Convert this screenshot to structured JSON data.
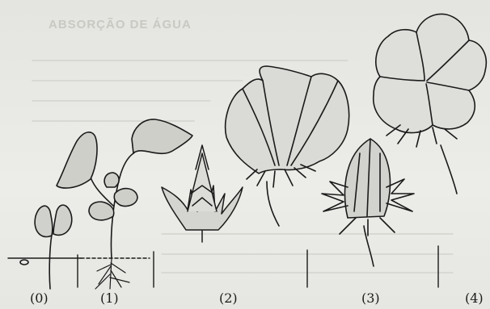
{
  "stage_labels": [
    "(0)",
    "(1)",
    "(2)",
    "(3)",
    "(4)"
  ],
  "background_watermark": "ABSORÇÃO DE ÁGUA",
  "colors": {
    "ink": "#1a1a1a",
    "paper": "#e8e8e4",
    "ghost": "#c9c9c4"
  }
}
